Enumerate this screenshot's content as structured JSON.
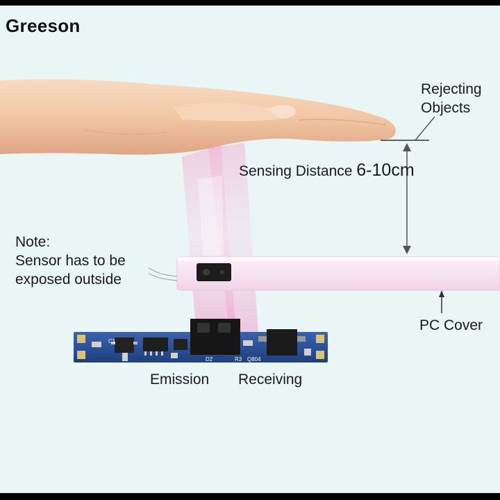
{
  "brand": "Greeson",
  "labels": {
    "rejecting_line1": "Rejecting",
    "rejecting_line2": "Objects",
    "sensing_distance_label": "Sensing Distance",
    "sensing_distance_value": "6-10cm",
    "note_title": "Note:",
    "note_line1": "Sensor has to be",
    "note_line2": "exposed outside",
    "pc_cover": "PC Cover",
    "emission": "Emission",
    "receiving": "Receiving"
  },
  "board_silkscreen": {
    "c1": "C1",
    "d2": "D2",
    "r3": "R3",
    "q": "Q804"
  },
  "colors": {
    "background": "#eaf5f5",
    "pcb": "#2b4f93",
    "beam": "#f0a9d0",
    "skin": "#f3c9aa"
  }
}
